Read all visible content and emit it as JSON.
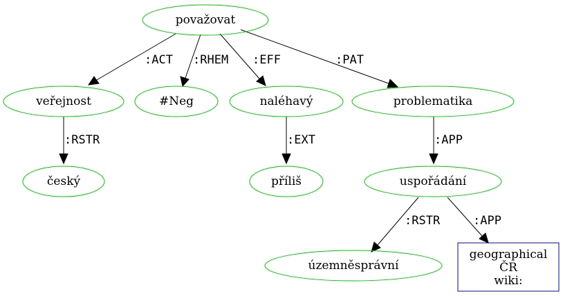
{
  "nodes": {
    "povazovat": "považovat",
    "verejnost": "veřejnost",
    "neg": "#Neg",
    "nalehavy": "naléhavý",
    "problematika": "problematika",
    "cesky": "český",
    "prilis": "příliš",
    "usporadani": "uspořádání",
    "uzemnespravni": "územněsprávní",
    "geographical_line1": "geographical",
    "geographical_line2": "ČR",
    "geographical_line3": "wiki:"
  },
  "edges": {
    "act": ":ACT",
    "rhem": ":RHEM",
    "eff": ":EFF",
    "pat": ":PAT",
    "rstr1": ":RSTR",
    "ext": ":EXT",
    "app1": ":APP",
    "rstr2": ":RSTR",
    "app2": ":APP"
  },
  "colors": {
    "node_stroke": "#00cc00",
    "box_stroke": "#0000cc",
    "edge": "#000000"
  }
}
